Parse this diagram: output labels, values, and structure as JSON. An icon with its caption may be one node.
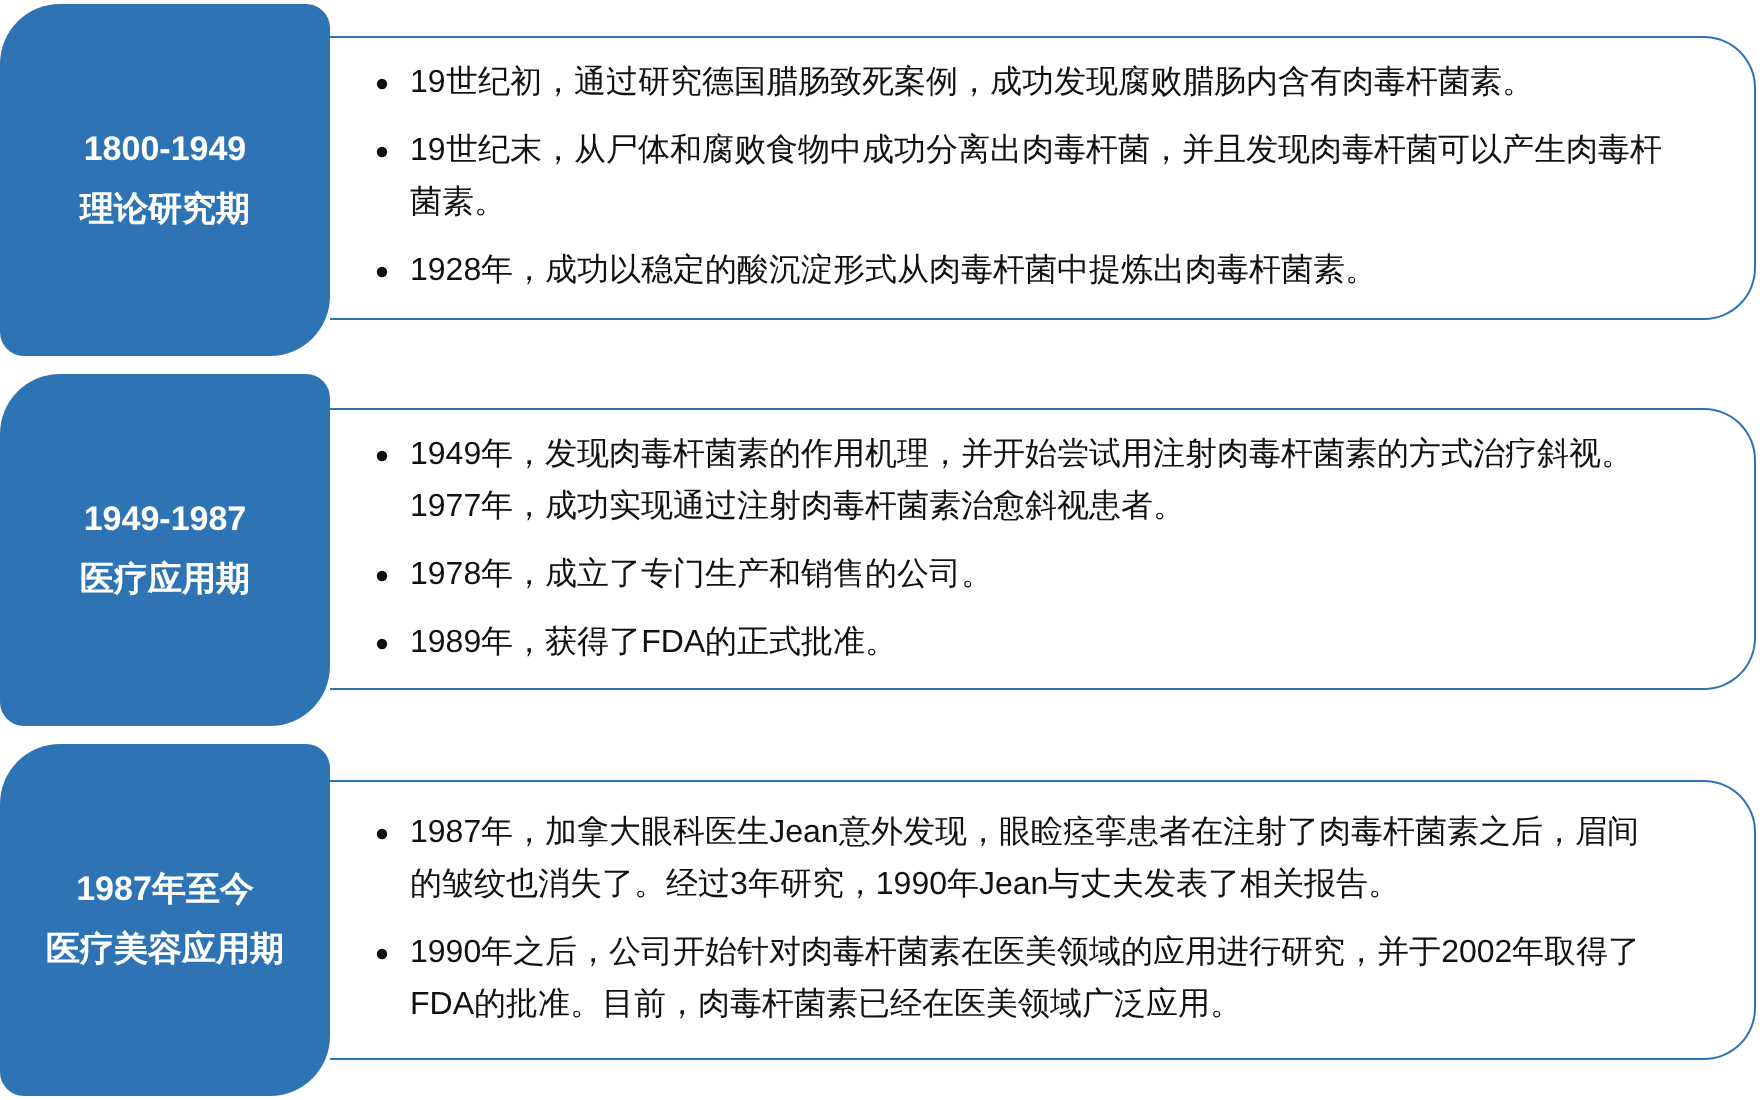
{
  "diagram": {
    "nodes": [
      {
        "text": [
          "1800-1949",
          "理论研究期"
        ]
      },
      {
        "text": [
          "19世纪初，通过研究德国腊肠致死案例，成功发现腐败腊肠内含有肉毒杆菌素。",
          "19世纪末，从尸体和腐败食物中成功分离出肉毒杆菌，并且发现肉毒杆菌可以产生肉毒杆菌素。",
          "1928年，成功以稳定的酸沉淀形式从肉毒杆菌中提炼出肉毒杆菌素。"
        ]
      },
      {
        "text": [
          "1949-1987",
          "医疗应用期"
        ]
      },
      {
        "text": [
          "1949年，发现肉毒杆菌素的作用机理，并开始尝试用注射肉毒杆菌素的方式治疗斜视。1977年，成功实现通过注射肉毒杆菌素治愈斜视患者。",
          "1978年，成立了专门生产和销售的公司。",
          "1989年，获得了FDA的正式批准。"
        ]
      },
      {
        "text": [
          "1987年至今",
          "医疗美容应用期"
        ]
      },
      {
        "text": [
          "1987年，加拿大眼科医生Jean意外发现，眼睑痉挛患者在注射了肉毒杆菌素之后，眉间的皱纹也消失了。经过3年研究，1990年Jean与丈夫发表了相关报告。",
          "1990年之后，公司开始针对肉毒杆菌素在医美领域的应用进行研究，并于2002年取得了FDA的批准。目前，肉毒杆菌素已经在医美领域广泛应用。"
        ]
      }
    ]
  }
}
